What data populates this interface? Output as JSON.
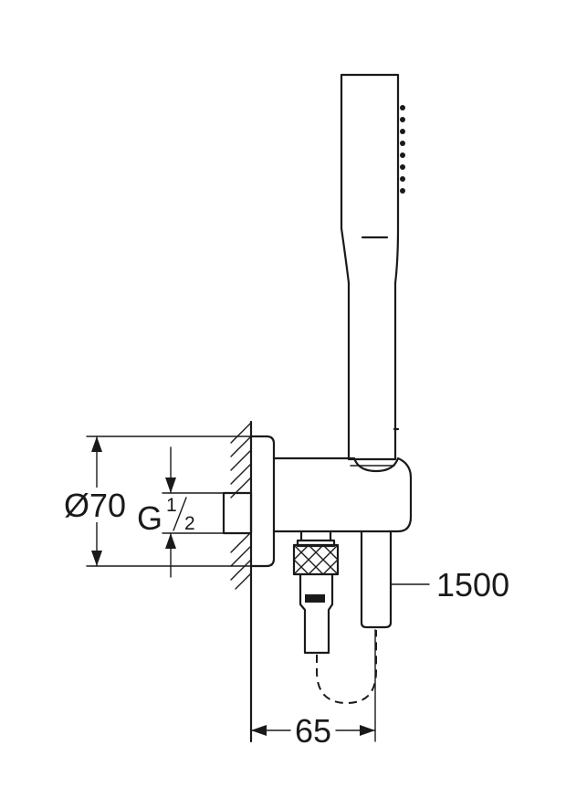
{
  "labels": {
    "diameter": "Ø70",
    "thread_g": "G",
    "thread_num": "1",
    "thread_den": "2",
    "hose_length": "1500",
    "depth": "65"
  },
  "colors": {
    "line": "#1a1a1a",
    "background": "#ffffff"
  }
}
